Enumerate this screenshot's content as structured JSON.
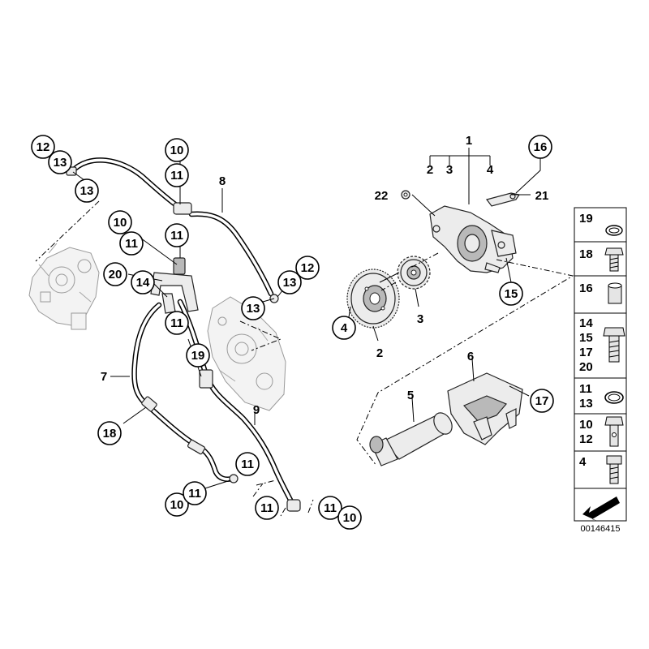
{
  "callouts": {
    "c12a": "12",
    "c13a": "13",
    "c13b": "13",
    "c10a": "10",
    "c11a": "11",
    "c10b": "10",
    "c11b": "11",
    "c20": "20",
    "c14": "14",
    "c11c": "11",
    "c11d": "11",
    "c19": "19",
    "c13c": "13",
    "c13d": "13",
    "c12b": "12",
    "c18": "18",
    "c11e": "11",
    "c10c": "10",
    "c11f": "11",
    "c11g": "11",
    "c11h": "11",
    "c10d": "10",
    "c16": "16",
    "c15": "15",
    "c4": "4",
    "c17": "17"
  },
  "labels": {
    "l1": "1",
    "l2a": "2",
    "l3a": "3",
    "l4a": "4",
    "l22": "22",
    "l21": "21",
    "l8": "8",
    "l7": "7",
    "l9": "9",
    "l3b": "3",
    "l2b": "2",
    "l5": "5",
    "l6": "6"
  },
  "side_panel": {
    "rows": [
      {
        "numbers": [
          "19"
        ],
        "icon": "washer-ring-icon"
      },
      {
        "numbers": [
          "18"
        ],
        "icon": "hex-bolt-short-icon"
      },
      {
        "numbers": [
          "16"
        ],
        "icon": "sleeve-icon"
      },
      {
        "numbers": [
          "14",
          "15",
          "17",
          "20"
        ],
        "icon": "hex-bolt-long-icon"
      },
      {
        "numbers": [
          "11",
          "13"
        ],
        "icon": "sealing-ring-icon"
      },
      {
        "numbers": [
          "10",
          "12"
        ],
        "icon": "hollow-bolt-icon"
      },
      {
        "numbers": [
          "4"
        ],
        "icon": "stud-bolt-icon"
      }
    ],
    "orientation_icon": "arrow-icon"
  },
  "reference_code": "00146415"
}
